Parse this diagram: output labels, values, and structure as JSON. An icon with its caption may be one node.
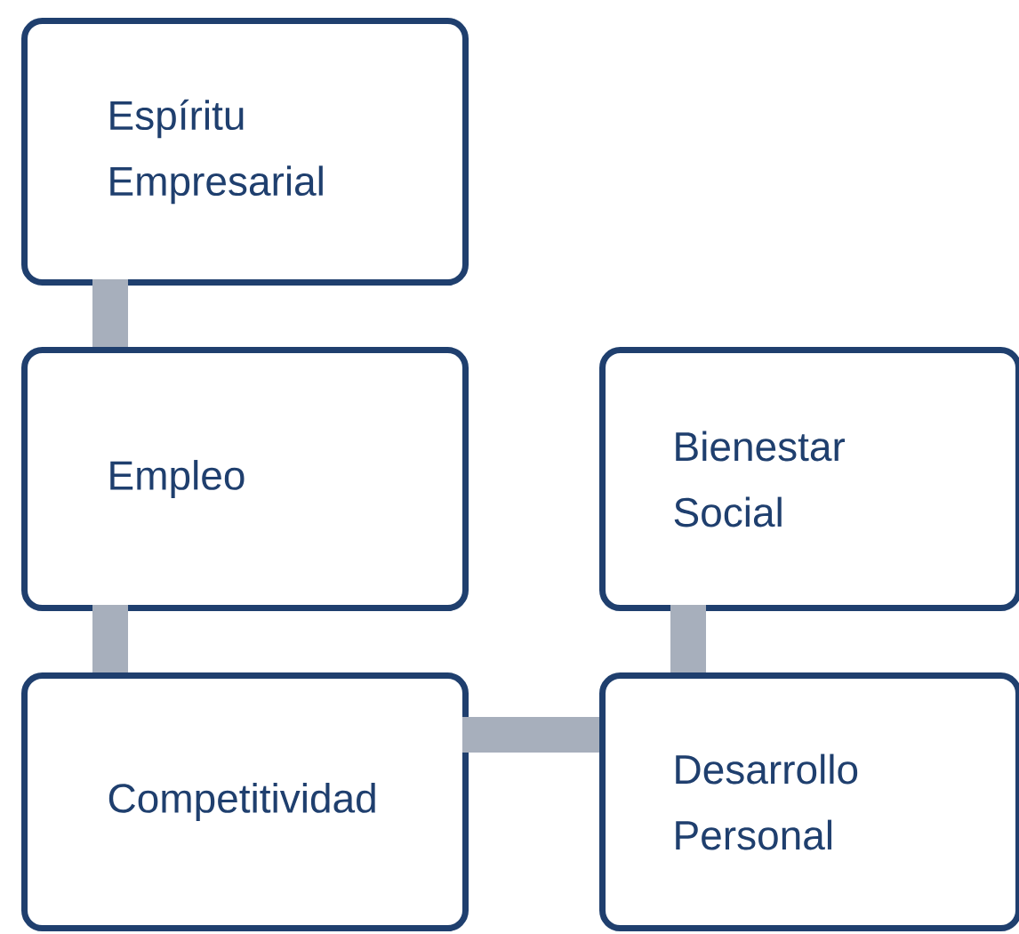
{
  "diagram": {
    "nodes": [
      {
        "text": [
          "Espíritu Empresarial"
        ]
      },
      {
        "text": [
          "Empleo"
        ]
      },
      {
        "text": [
          "Competitividad"
        ]
      },
      {
        "text": [
          "Bienestar Social"
        ]
      },
      {
        "text": [
          "Desarrollo Personal"
        ]
      }
    ],
    "edges": [
      {
        "from": 0,
        "to": 1,
        "arrow": "none"
      },
      {
        "from": 1,
        "to": 2,
        "arrow": "none"
      },
      {
        "from": 2,
        "to": 4,
        "arrow": "none"
      },
      {
        "from": 3,
        "to": 4,
        "arrow": "none"
      }
    ]
  }
}
